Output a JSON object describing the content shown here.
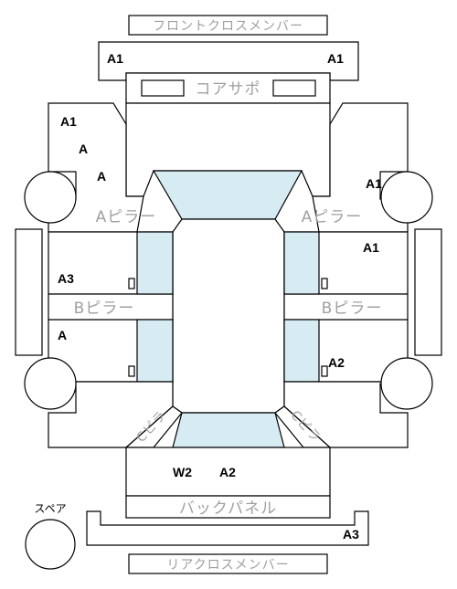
{
  "parts": {
    "front_cross_member": "フロントクロスメンバー",
    "core_support": "コアサポ",
    "a_pillar_left": "Aピラー",
    "a_pillar_right": "Aピラー",
    "b_pillar_left": "Bピラー",
    "b_pillar_right": "Bピラー",
    "c_pillar_left": "Cピラ",
    "c_pillar_right": "Cピラ",
    "back_panel": "バックパネル",
    "rear_cross_member": "リアクロスメンバー",
    "spare": "スペア"
  },
  "marks": {
    "front_member_left": "A1",
    "front_member_right": "A1",
    "front_fender_left_1": "A1",
    "front_fender_left_2": "A",
    "front_fender_left_3": "A",
    "front_fender_right": "A1",
    "front_door_left": "A3",
    "front_door_right": "A1",
    "rear_door_left": "A",
    "rear_door_right": "A2",
    "back_panel_1": "W2",
    "back_panel_2": "A2",
    "rear_member": "A3"
  },
  "colors": {
    "glass": "#d6ecf2",
    "outline": "#000000",
    "part_label": "#a0a0a0"
  }
}
